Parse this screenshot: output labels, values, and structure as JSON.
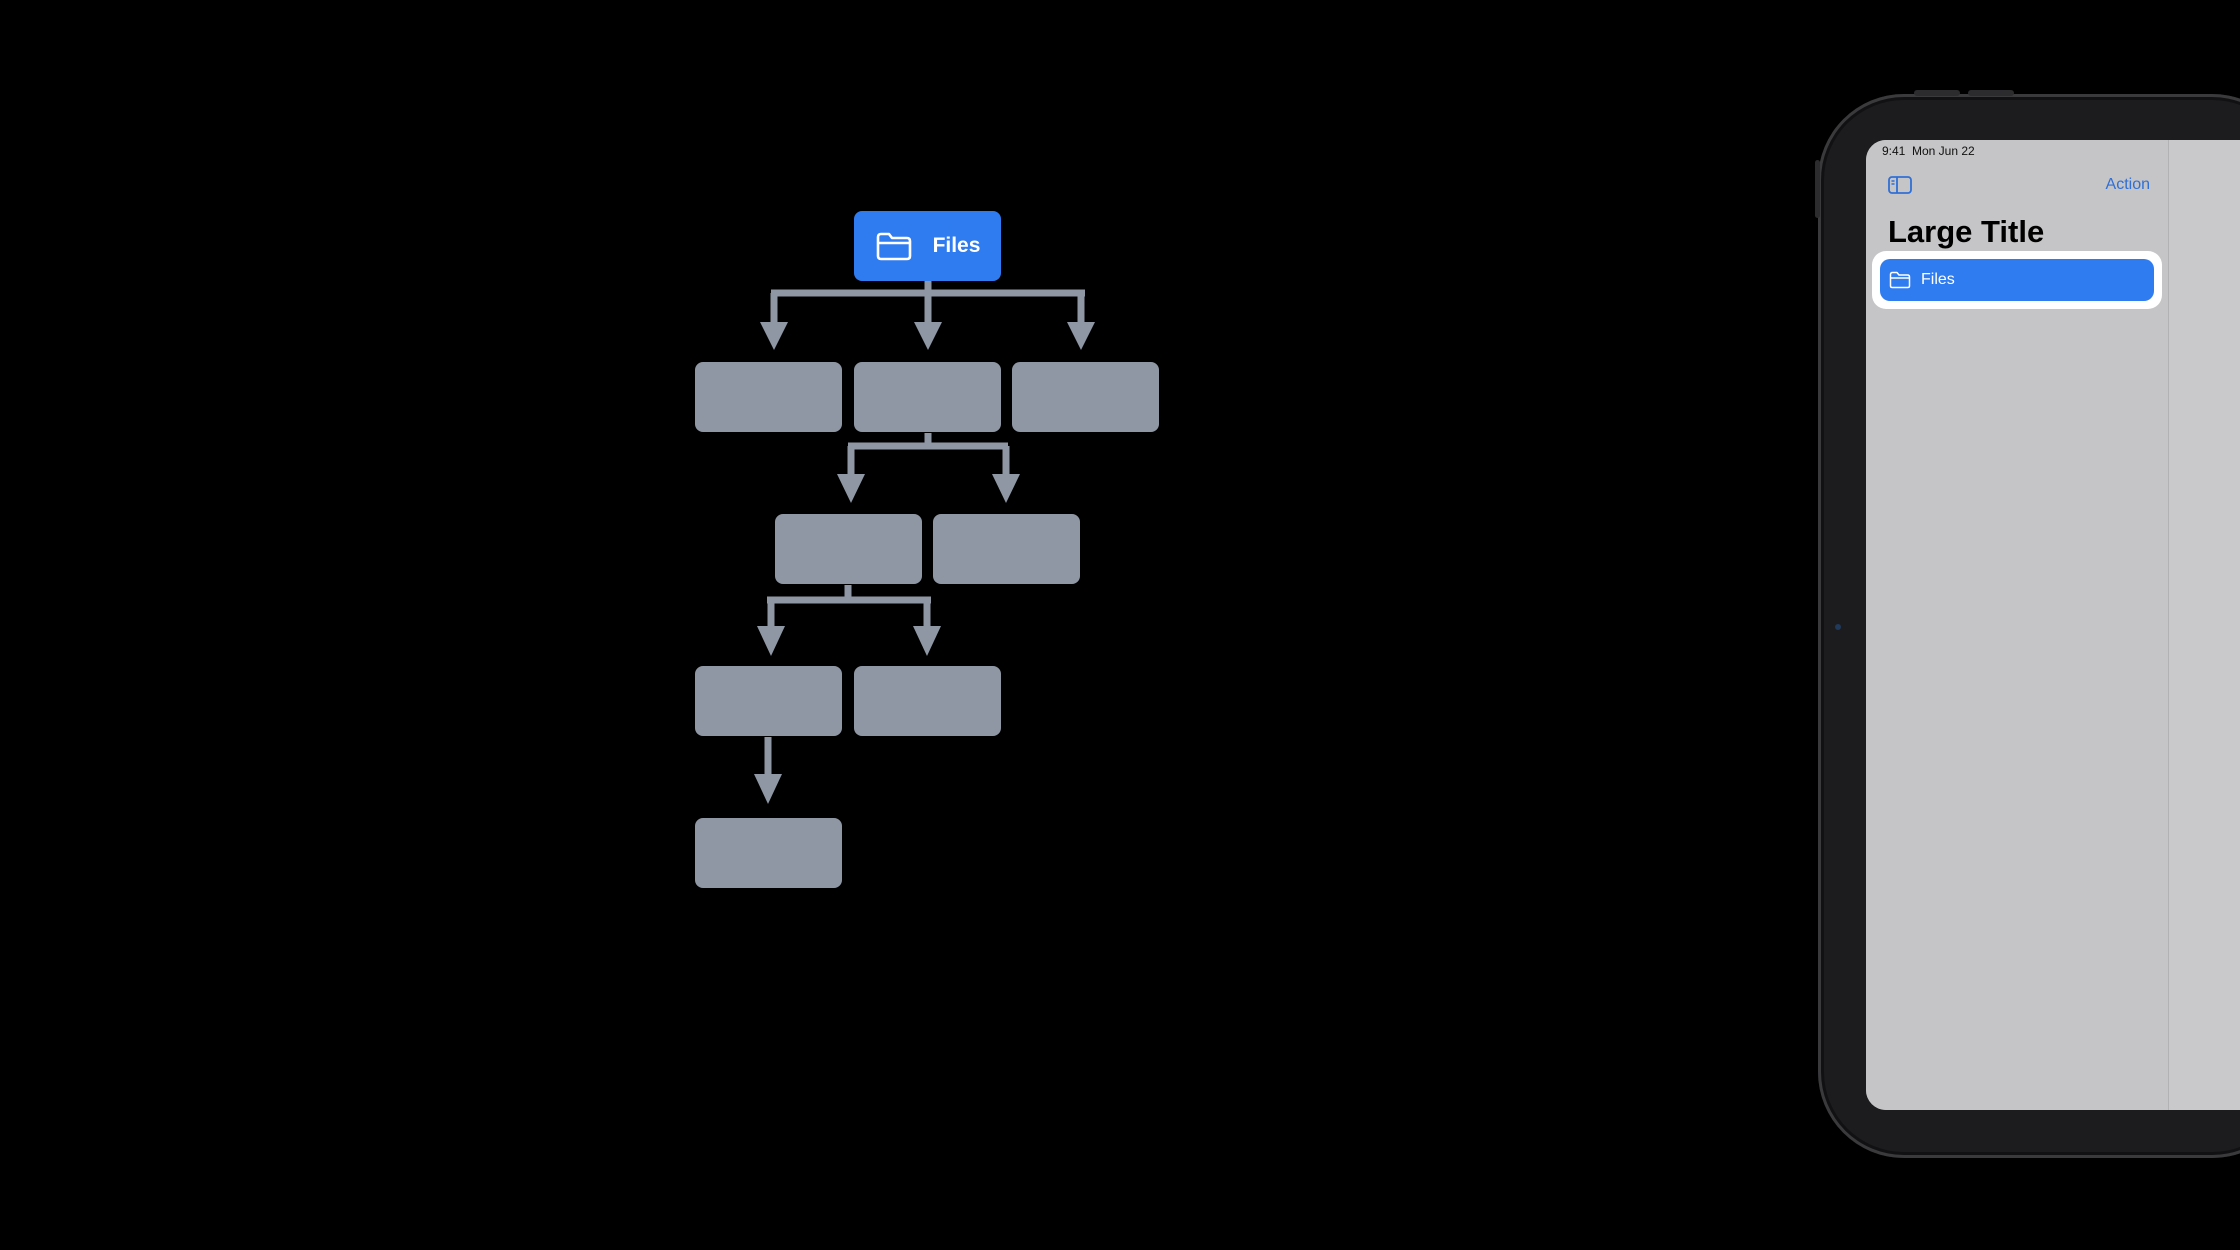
{
  "diagram": {
    "root": {
      "label": "Files",
      "icon": "folder-icon",
      "color": "#2f7bf0"
    },
    "node_color": "#8e97a3",
    "connector_color": "#8e97a3"
  },
  "ipad": {
    "status_bar": {
      "time": "9:41",
      "date": "Mon Jun 22"
    },
    "toolbar": {
      "sidebar_toggle_icon": "sidebar-left-icon",
      "action_label": "Action"
    },
    "large_title": "Large Title",
    "sidebar_items": [
      {
        "label": "Files",
        "icon": "folder-icon",
        "selected": true
      }
    ],
    "accent_color": "#2f7bf0",
    "link_color": "#2f6fd6"
  }
}
